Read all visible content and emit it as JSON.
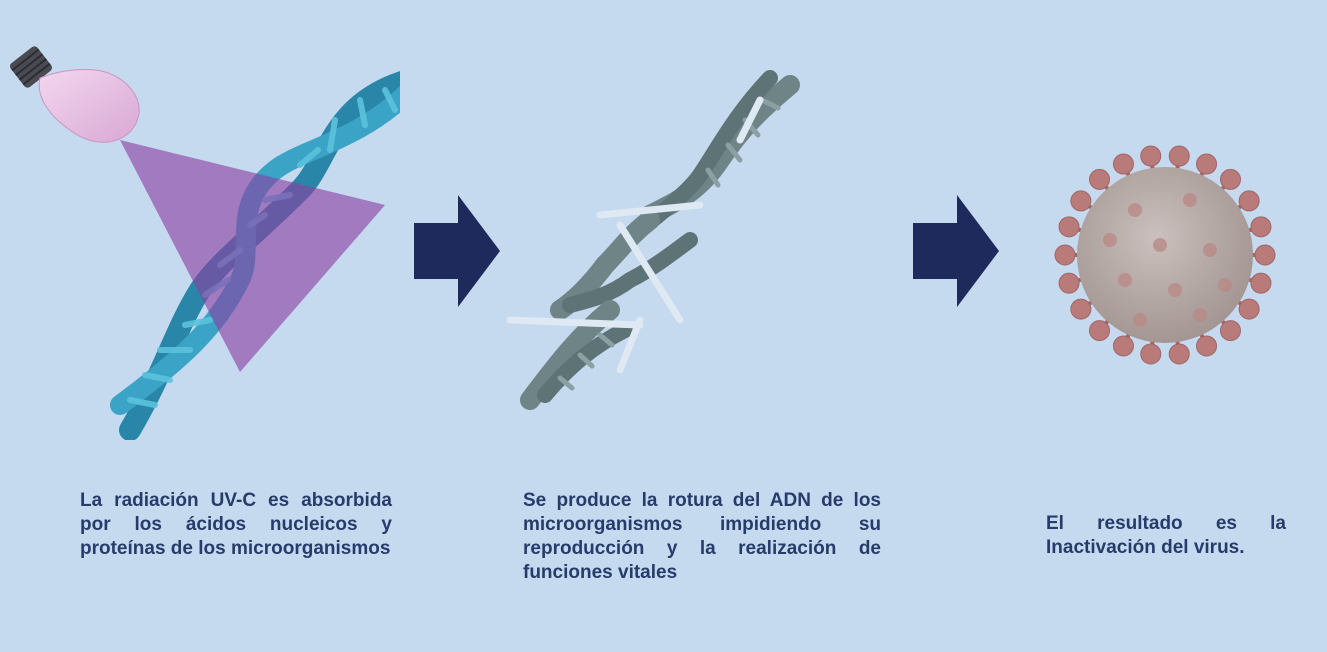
{
  "steps": [
    {
      "caption": "La radiación UV-C es absorbida por los ácidos nucleicos y proteínas de los microorganismos",
      "illustration": "uv-lamp-irradiating-dna"
    },
    {
      "caption": "Se produce la rotura del ADN de los microorganismos impidiendo su reproducción y la realización de funciones vitales",
      "illustration": "broken-dna"
    },
    {
      "caption": "El resultado es la Inactivación del virus.",
      "illustration": "inactivated-virus"
    }
  ],
  "colors": {
    "background": "#c5d9ef",
    "text": "#283c6b",
    "arrow": "#1f2a5c",
    "dna_active": "#2f93b5",
    "dna_broken": "#6f8487",
    "uv_beam": "#8a3fa3",
    "virus_body": "#b5a9a6",
    "virus_spikes": "#b97a7a"
  }
}
